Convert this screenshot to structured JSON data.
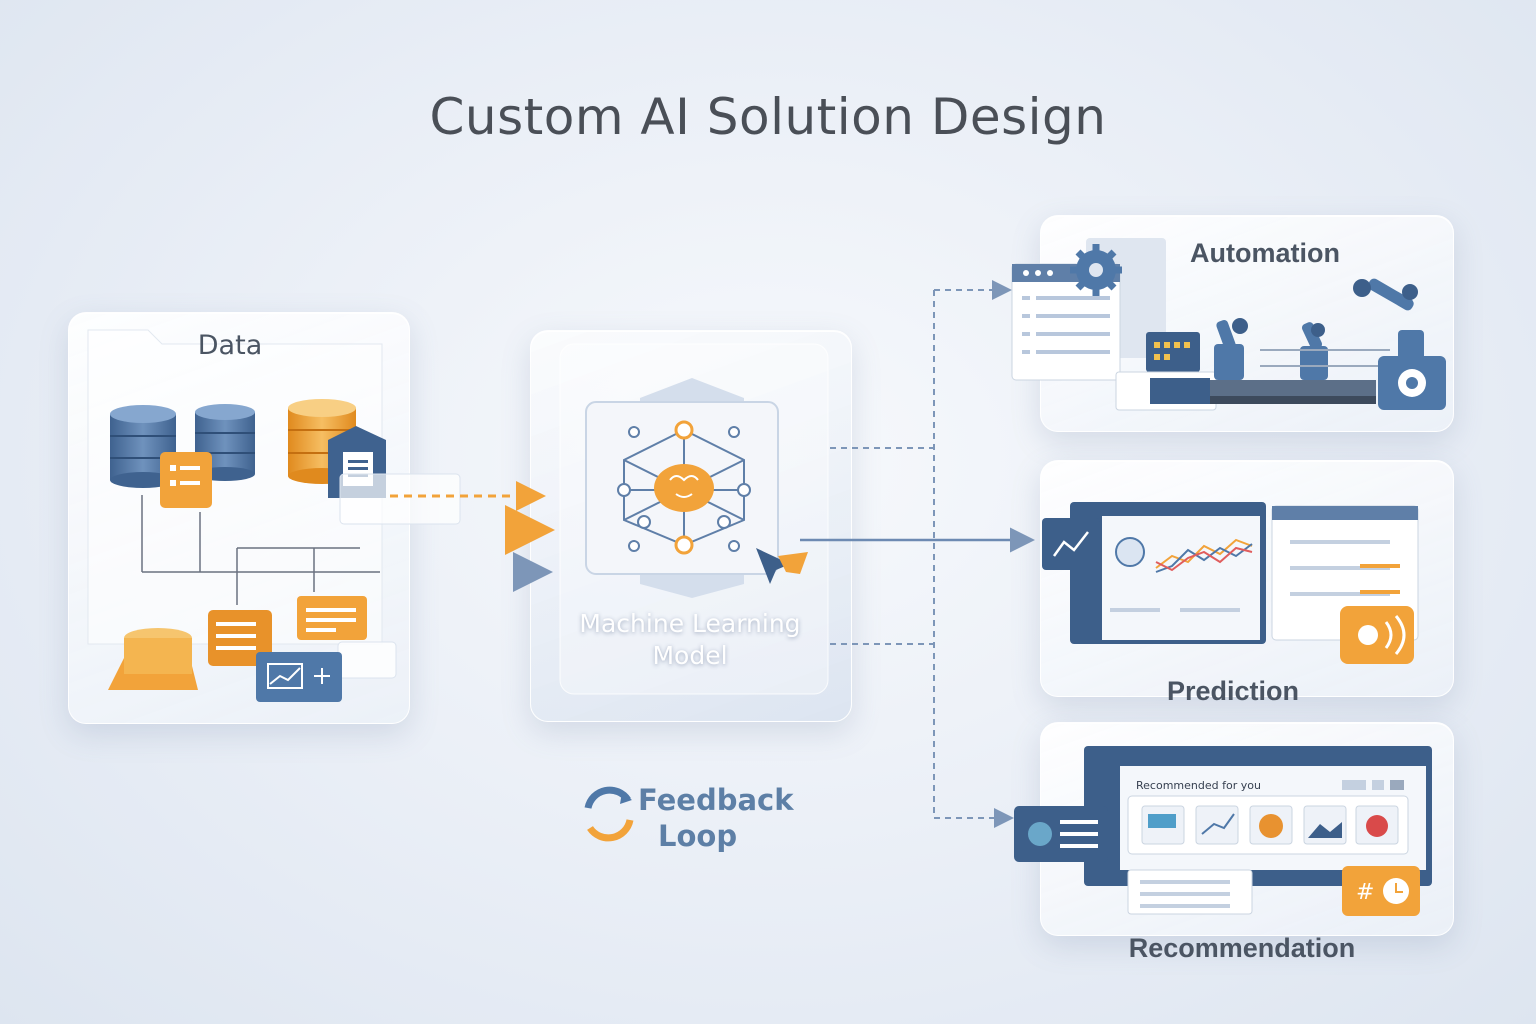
{
  "title": "Custom AI Solution Design",
  "nodes": {
    "data": {
      "label": "Data"
    },
    "model": {
      "label_line1": "Machine Learning",
      "label_line2": "Model"
    },
    "feedback": {
      "label_line1": "Feedback",
      "label_line2": "Loop"
    },
    "automation": {
      "label": "Automation"
    },
    "prediction": {
      "label": "Prediction"
    },
    "recommendation": {
      "label": "Recommendation",
      "screen_heading": "Recommended for you"
    }
  },
  "colors": {
    "accent_orange": "#f2a33a",
    "accent_blue": "#4f78a8",
    "dark_blue": "#3d5f8a",
    "connector": "#7d96b8"
  }
}
